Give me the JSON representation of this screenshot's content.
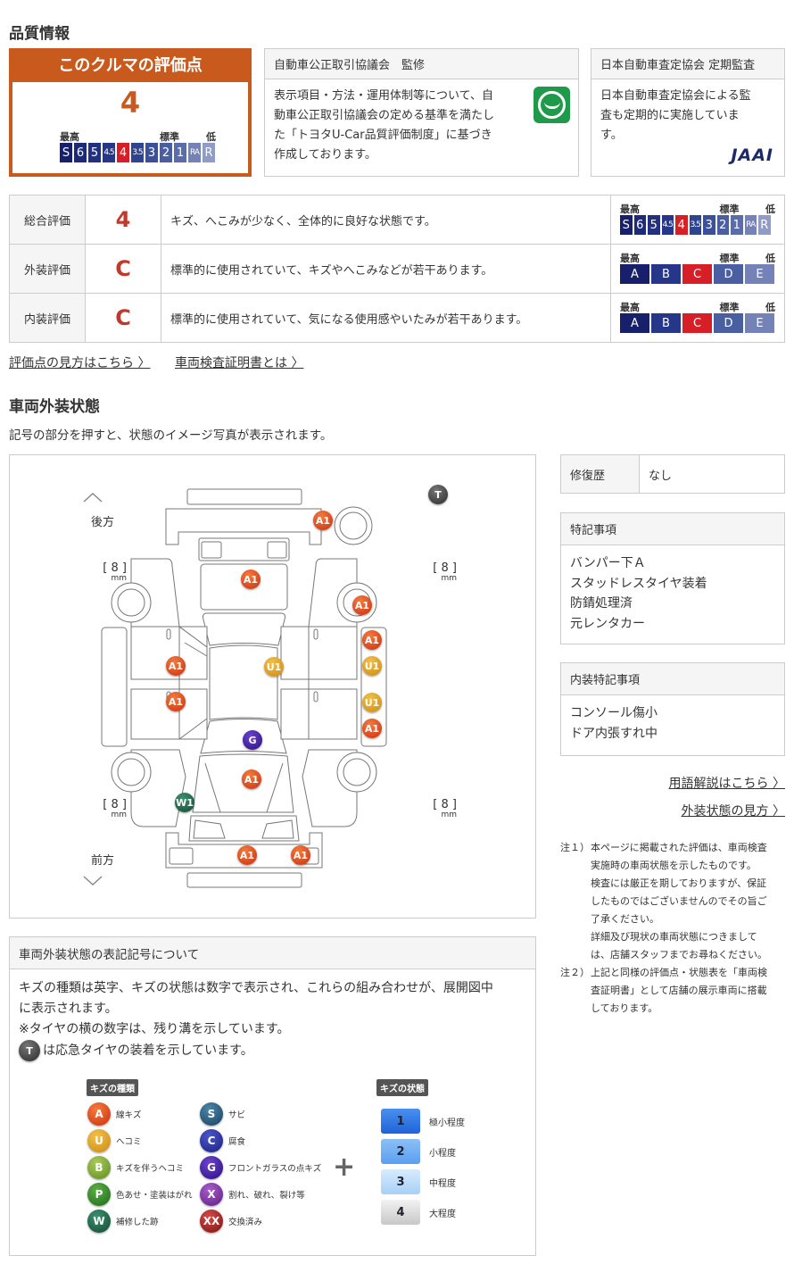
{
  "quality": {
    "title": "品質情報",
    "score_box": {
      "header": "このクルマの評価点",
      "score": "4",
      "labels": {
        "high": "最高",
        "standard": "標準",
        "low": "低"
      },
      "scale": [
        "S",
        "6",
        "5",
        "4.5",
        "4",
        "3.5",
        "3",
        "2",
        "1",
        "RA",
        "R"
      ],
      "active": "4"
    },
    "afta": {
      "header": "自動車公正取引協議会　監修",
      "lines": [
        "表示項目・方法・運用体制等について、自",
        "動車公正取引協議会の定める基準を満たし",
        "た「トヨタU-Car品質評価制度」に基づき",
        "作成しております。"
      ]
    },
    "jaai": {
      "header": "日本自動車査定協会 定期監査",
      "lines": [
        "日本自動車査定協会による監",
        "査も定期的に実施していま",
        "す。"
      ],
      "logo": "JAAI"
    }
  },
  "ratings": [
    {
      "label": "総合評価",
      "grade": "4",
      "desc": "キズ、へこみが少なく、全体的に良好な状態です。",
      "scale": [
        "S",
        "6",
        "5",
        "4.5",
        "4",
        "3.5",
        "3",
        "2",
        "1",
        "RA",
        "R"
      ],
      "active": "4"
    },
    {
      "label": "外装評価",
      "grade": "C",
      "desc": "標準的に使用されていて、キズやへこみなどが若干あります。",
      "scale": [
        "A",
        "B",
        "C",
        "D",
        "E"
      ],
      "active": "C"
    },
    {
      "label": "内装評価",
      "grade": "C",
      "desc": "標準的に使用されていて、気になる使用感やいたみが若干あります。",
      "scale": [
        "A",
        "B",
        "C",
        "D",
        "E"
      ],
      "active": "C"
    }
  ],
  "scale_labels": {
    "high": "最高",
    "standard": "標準",
    "low": "低"
  },
  "links": {
    "score_guide": "評価点の見方はこちら",
    "certificate": "車両検査証明書とは",
    "glossary": "用語解説はこちら",
    "exterior_guide": "外装状態の見方"
  },
  "exterior": {
    "title": "車両外装状態",
    "subtitle": "記号の部分を押すと、状態のイメージ写真が表示されます。",
    "diagram": {
      "rear": "後方",
      "front": "前方",
      "tread": [
        "8",
        "8",
        "8",
        "8"
      ],
      "unit": "mm",
      "markers": [
        "T",
        "A1",
        "A1",
        "A1",
        "A1",
        "U1",
        "U1",
        "A1",
        "A1",
        "U1",
        "A1",
        "G",
        "A1",
        "W1",
        "A1",
        "A1"
      ]
    }
  },
  "side": {
    "repair": {
      "label": "修復歴",
      "value": "なし"
    },
    "notes": {
      "header": "特記事項",
      "items": [
        "バンパー下Ａ",
        "スタッドレスタイヤ装着",
        "防錆処理済",
        "元レンタカー"
      ]
    },
    "interior": {
      "header": "内装特記事項",
      "items": [
        "コンソール傷小",
        "ドア内張すれ中"
      ]
    },
    "footnotes": [
      {
        "mark": "注１）",
        "lines": [
          "本ページに掲載された評価は、車両検査",
          "実施時の車両状態を示したものです。",
          "検査には厳正を期しておりますが、保証",
          "したものではございませんのでその旨ご",
          "了承ください。",
          "詳細及び現状の車両状態につきまして",
          "は、店舗スタッフまでお尋ねください。"
        ]
      },
      {
        "mark": "注２）",
        "lines": [
          "上記と同様の評価点・状態表を「車両検",
          "査証明書」として店舗の展示車両に搭載",
          "しております。"
        ]
      }
    ]
  },
  "legend": {
    "header": "車両外装状態の表記記号について",
    "text": [
      "キズの種類は英字、キズの状態は数字で表示され、これらの組み合わせが、展開図中",
      "に表示されます。",
      "※タイヤの横の数字は、残り溝を示しています。",
      "は応急タイヤの装着を示しています。"
    ],
    "spare_icon": "T",
    "types_title": "キズの種類",
    "states_title": "キズの状態",
    "types": [
      {
        "code": "A",
        "label": "線キズ"
      },
      {
        "code": "U",
        "label": "ヘコミ"
      },
      {
        "code": "B",
        "label": "キズを伴うヘコミ"
      },
      {
        "code": "P",
        "label": "色あせ・塗装はがれ"
      },
      {
        "code": "W",
        "label": "補修した跡"
      },
      {
        "code": "S",
        "label": "サビ"
      },
      {
        "code": "C",
        "label": "腐食"
      },
      {
        "code": "G",
        "label": "フロントガラスの点キズ"
      },
      {
        "code": "X",
        "label": "割れ、破れ、裂け等"
      },
      {
        "code": "XX",
        "label": "交換済み"
      }
    ],
    "plus": "+",
    "states": [
      {
        "code": "1",
        "label": "極小程度"
      },
      {
        "code": "2",
        "label": "小程度"
      },
      {
        "code": "3",
        "label": "中程度"
      },
      {
        "code": "4",
        "label": "大程度"
      }
    ]
  },
  "colors": {
    "orange": "#c95a1e",
    "red": "#d61f26",
    "navy": "#1b2470"
  }
}
